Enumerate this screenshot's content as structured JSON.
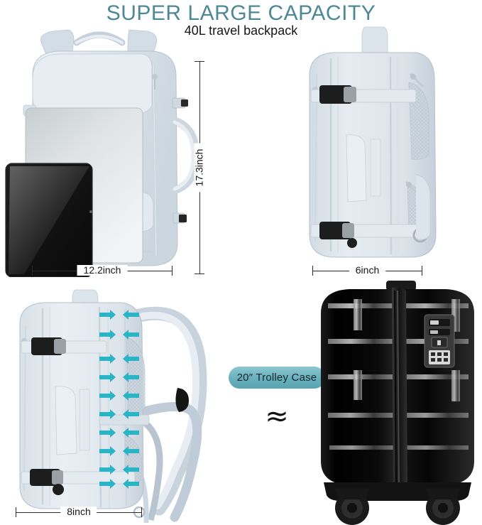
{
  "header": {
    "title": "SUPER LARGE CAPACITY",
    "subtitle": "40L travel backpack",
    "title_color": "#4d8894"
  },
  "panels": {
    "front": {
      "name": "backpack-front-view",
      "height_label": "17.3inch",
      "width_label": "12.2inch",
      "contents": [
        "laptop",
        "tablet"
      ]
    },
    "side": {
      "name": "backpack-side-view",
      "depth_label": "6inch"
    },
    "back": {
      "name": "backpack-back-view",
      "depth_label": "8inch",
      "arrow_color": "#2bb3c6",
      "arrow_rows": 10
    },
    "case": {
      "name": "trolley-case-view"
    }
  },
  "comparison": {
    "badge_label": "20″  Trolley Case",
    "approx_symbol": "≈",
    "badge_color": "#68b0bd"
  },
  "colors": {
    "bag_body": "#dde4ea",
    "bag_shadow": "#c3cdd6",
    "bag_light": "#eef2f5",
    "strap": "#cfd9e2",
    "buckle": "#1c1c1c",
    "laptop": "#d4d8da",
    "tablet": "#0d0d0d",
    "case_body": "#0b0b0b",
    "measure_line": "#2b2b2b"
  }
}
